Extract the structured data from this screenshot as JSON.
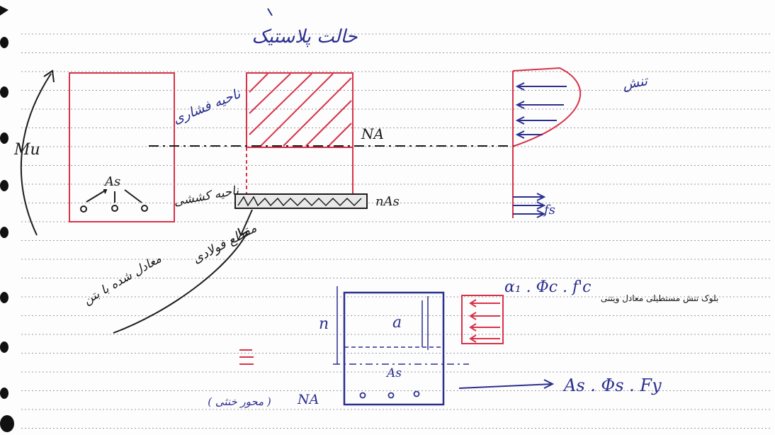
{
  "title_fa": "حالت پلاستیک",
  "moment_label": "Mu",
  "tension_zone_label": "ناحیه فشاری",
  "compression_zone_label": "ناحیه کششی",
  "steel_section_label": "مقطع فولادی",
  "equivalent_steel_label": "معادل شده با بتن",
  "neutral_axis_label": "NA",
  "steel_label": "As",
  "transformed_steel_label": "nAs",
  "stress_label_fa": "تنش",
  "fs_label": "fs",
  "whitney_note": "بلوک تنش مستطیلی معادل ویتنی",
  "concrete_force_label": "α₁ . Φc . f'c",
  "steel_force_label": "As . Φs . Fy",
  "n_label": "n",
  "a_label": "a",
  "lower_na_label": "NA",
  "lower_na_note_fa": "( محور خنثی )",
  "colors": {
    "red": "#d8324a",
    "blue": "#2b2f8f",
    "ink": "#1c1c1c",
    "rule": "#9a9a9a"
  }
}
